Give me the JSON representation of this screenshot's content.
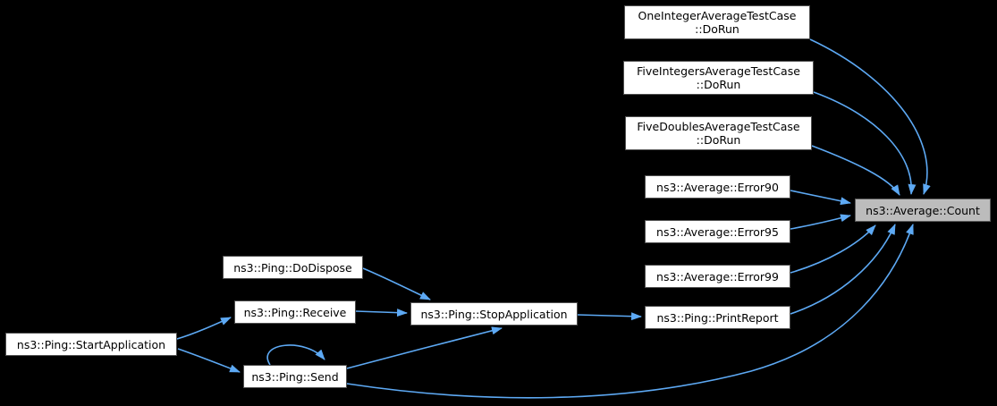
{
  "diagram": {
    "type": "call-graph",
    "nodes": [
      {
        "id": "one-integer-dorun",
        "label": "OneIntegerAverageTestCase\n::DoRun",
        "highlighted": false
      },
      {
        "id": "five-integers-dorun",
        "label": "FiveIntegersAverageTestCase\n::DoRun",
        "highlighted": false
      },
      {
        "id": "five-doubles-dorun",
        "label": "FiveDoublesAverageTestCase\n::DoRun",
        "highlighted": false
      },
      {
        "id": "error90",
        "label": "ns3::Average::Error90",
        "highlighted": false
      },
      {
        "id": "error95",
        "label": "ns3::Average::Error95",
        "highlighted": false
      },
      {
        "id": "error99",
        "label": "ns3::Average::Error99",
        "highlighted": false
      },
      {
        "id": "print-report",
        "label": "ns3::Ping::PrintReport",
        "highlighted": false
      },
      {
        "id": "count",
        "label": "ns3::Average::Count",
        "highlighted": true
      },
      {
        "id": "stop-application",
        "label": "ns3::Ping::StopApplication",
        "highlighted": false
      },
      {
        "id": "do-dispose",
        "label": "ns3::Ping::DoDispose",
        "highlighted": false
      },
      {
        "id": "receive",
        "label": "ns3::Ping::Receive",
        "highlighted": false
      },
      {
        "id": "start-application",
        "label": "ns3::Ping::StartApplication",
        "highlighted": false
      },
      {
        "id": "send",
        "label": "ns3::Ping::Send",
        "highlighted": false
      }
    ],
    "edges": [
      {
        "from": "OneIntegerAverageTestCase::DoRun",
        "to": "ns3::Average::Count"
      },
      {
        "from": "FiveIntegersAverageTestCase::DoRun",
        "to": "ns3::Average::Count"
      },
      {
        "from": "FiveDoublesAverageTestCase::DoRun",
        "to": "ns3::Average::Count"
      },
      {
        "from": "ns3::Average::Error90",
        "to": "ns3::Average::Count"
      },
      {
        "from": "ns3::Average::Error95",
        "to": "ns3::Average::Count"
      },
      {
        "from": "ns3::Average::Error99",
        "to": "ns3::Average::Count"
      },
      {
        "from": "ns3::Ping::PrintReport",
        "to": "ns3::Average::Count"
      },
      {
        "from": "ns3::Ping::Send",
        "to": "ns3::Average::Count"
      },
      {
        "from": "ns3::Ping::DoDispose",
        "to": "ns3::Ping::StopApplication"
      },
      {
        "from": "ns3::Ping::Receive",
        "to": "ns3::Ping::StopApplication"
      },
      {
        "from": "ns3::Ping::Send",
        "to": "ns3::Ping::StopApplication"
      },
      {
        "from": "ns3::Ping::StopApplication",
        "to": "ns3::Ping::PrintReport"
      },
      {
        "from": "ns3::Ping::StartApplication",
        "to": "ns3::Ping::Receive"
      },
      {
        "from": "ns3::Ping::StartApplication",
        "to": "ns3::Ping::Send"
      },
      {
        "from": "ns3::Ping::Send",
        "to": "ns3::Ping::Send"
      }
    ]
  },
  "colors": {
    "background": "#000000",
    "node_fill": "#ffffff",
    "node_border": "#4f4f4f",
    "node_text": "#000000",
    "highlight_fill": "#bcbcbc",
    "highlight_border": "#5a5a5a",
    "edge": "#5da9f4"
  }
}
